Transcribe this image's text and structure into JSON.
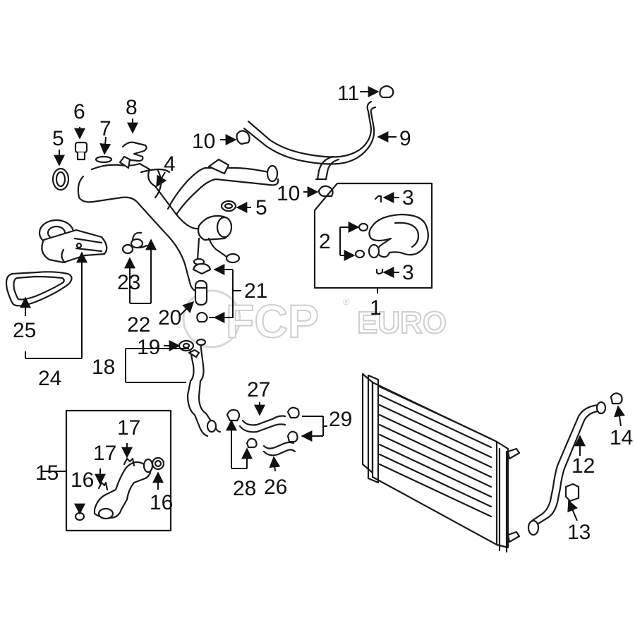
{
  "diagram": {
    "callouts": [
      "1",
      "2",
      "3",
      "3",
      "4",
      "5",
      "5",
      "6",
      "7",
      "8",
      "9",
      "10",
      "10",
      "11",
      "12",
      "13",
      "14",
      "15",
      "16",
      "16",
      "17",
      "17",
      "18",
      "19",
      "20",
      "21",
      "22",
      "23",
      "24",
      "25",
      "26",
      "27",
      "28",
      "29"
    ]
  },
  "watermark": {
    "brand": "FCP",
    "suffix": "EURO",
    "registered": "®"
  }
}
